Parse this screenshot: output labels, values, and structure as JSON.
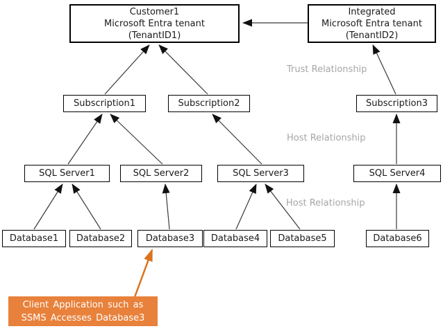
{
  "nodes": {
    "customer_tenant": {
      "line1": "Customer1",
      "line2": "Microsoft Entra tenant",
      "line3": "(TenantID1)"
    },
    "integrated_tenant": {
      "line1": "Integrated",
      "line2": "Microsoft Entra tenant",
      "line3": "(TenantID2)"
    },
    "subscriptions": [
      "Subscription1",
      "Subscription2",
      "Subscription3"
    ],
    "sql_servers": [
      "SQL Server1",
      "SQL Server2",
      "SQL Server3",
      "SQL Server4"
    ],
    "databases": [
      "Database1",
      "Database2",
      "Database3",
      "Database4",
      "Database5",
      "Database6"
    ]
  },
  "relationship_labels": {
    "trust": "Trust Relationship",
    "host_upper": "Host Relationship",
    "host_lower": "Host Relationship"
  },
  "callout": {
    "line1": "Client Application such as",
    "line2": "SSMS Accesses Database3"
  },
  "colors": {
    "callout_bg": "#E8813B",
    "callout_text": "#FFFFFF",
    "orange_arrow": "#D9731F",
    "label_gray": "#A6A6A6",
    "connector_line": "#383838",
    "arrowhead_black": "#111111",
    "box_border": "#000000",
    "box_bg": "#FFFFFF"
  }
}
